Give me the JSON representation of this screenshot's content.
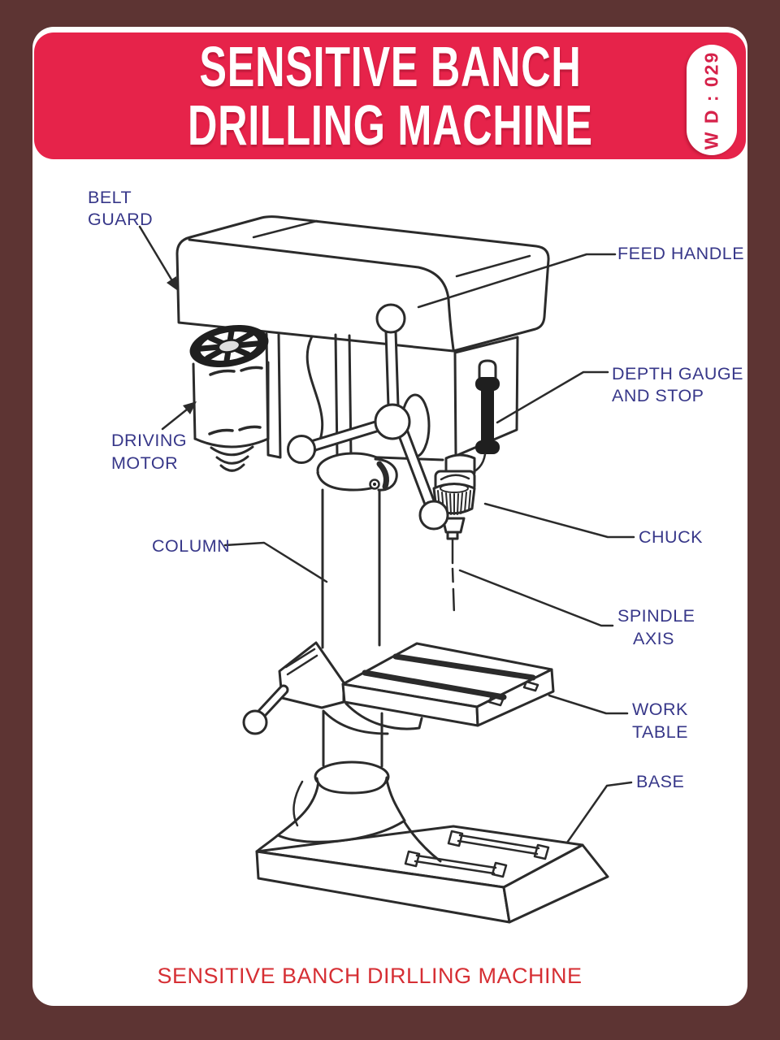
{
  "header": {
    "title_lines": [
      "SENSITIVE BANCH",
      "DRILLING MACHINE"
    ],
    "badge_code": "W D : 029"
  },
  "colors": {
    "page_border": "#5d3433",
    "banner": "#e6234a",
    "badge_text": "#d6224a",
    "label_text": "#373789",
    "drawing_line": "#2b2b2b",
    "footer_text": "#d62f34"
  },
  "diagram": {
    "subject": "sensitive bench drilling machine",
    "labels": {
      "belt_guard": [
        "BELT",
        "GUARD"
      ],
      "feed_handle": [
        "FEED HANDLE"
      ],
      "depth_gauge": [
        "DEPTH GAUGE",
        "AND STOP"
      ],
      "driving_motor": [
        "DRIVING",
        "MOTOR"
      ],
      "column": [
        "COLUMN"
      ],
      "chuck": [
        "CHUCK"
      ],
      "spindle_axis": [
        "SPINDLE",
        "AXIS"
      ],
      "work_table": [
        "WORK",
        "TABLE"
      ],
      "base": [
        "BASE"
      ]
    }
  },
  "footer": {
    "caption": "SENSITIVE BANCH DIRLLING MACHINE"
  }
}
